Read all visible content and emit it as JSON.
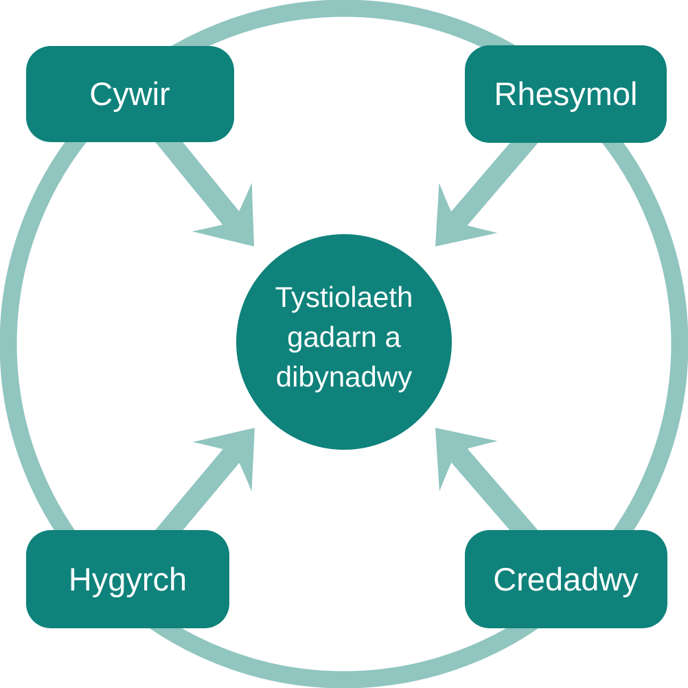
{
  "diagram": {
    "title": "Tystiolaeth gadarn a dibynadwy",
    "type": "radial-convergence-diagram"
  },
  "colors": {
    "dark_teal": "#0e827b",
    "light_teal": "#90c5c0",
    "text": "#ffffff"
  },
  "center": {
    "label": "Tystiolaeth gadarn a dibynadwy",
    "lines": [
      "Tystiolaeth",
      "gadarn a",
      "dibynadwy"
    ]
  },
  "nodes": [
    {
      "id": "cywir",
      "label": "Cywir",
      "position": "top-left"
    },
    {
      "id": "rhesymol",
      "label": "Rhesymol",
      "position": "top-right"
    },
    {
      "id": "hygyrch",
      "label": "Hygyrch",
      "position": "bottom-left"
    },
    {
      "id": "credadwy",
      "label": "Credadwy",
      "position": "bottom-right"
    }
  ]
}
